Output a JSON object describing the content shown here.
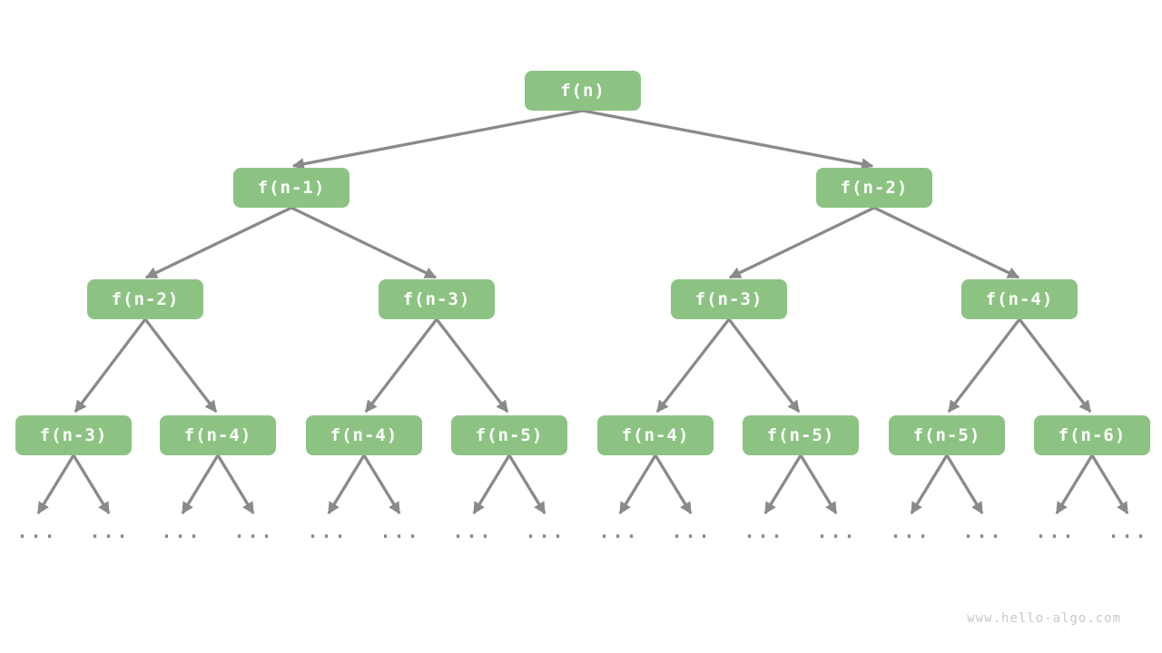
{
  "colors": {
    "background": "#FFFFFF",
    "node_fill": "#8CC383",
    "node_text": "#FFFFFF",
    "edge": "#8A8A8A",
    "ellipsis": "#8A8A8A",
    "watermark": "#C8C8C8"
  },
  "tree": {
    "root": {
      "label": "f(n)"
    },
    "level1": [
      {
        "label": "f(n-1)"
      },
      {
        "label": "f(n-2)"
      }
    ],
    "level2": [
      {
        "label": "f(n-2)"
      },
      {
        "label": "f(n-3)"
      },
      {
        "label": "f(n-3)"
      },
      {
        "label": "f(n-4)"
      }
    ],
    "level3": [
      {
        "label": "f(n-3)"
      },
      {
        "label": "f(n-4)"
      },
      {
        "label": "f(n-4)"
      },
      {
        "label": "f(n-5)"
      },
      {
        "label": "f(n-4)"
      },
      {
        "label": "f(n-5)"
      },
      {
        "label": "f(n-5)"
      },
      {
        "label": "f(n-6)"
      }
    ],
    "ellipsis": "..."
  },
  "footer": {
    "watermark": "www.hello-algo.com"
  }
}
